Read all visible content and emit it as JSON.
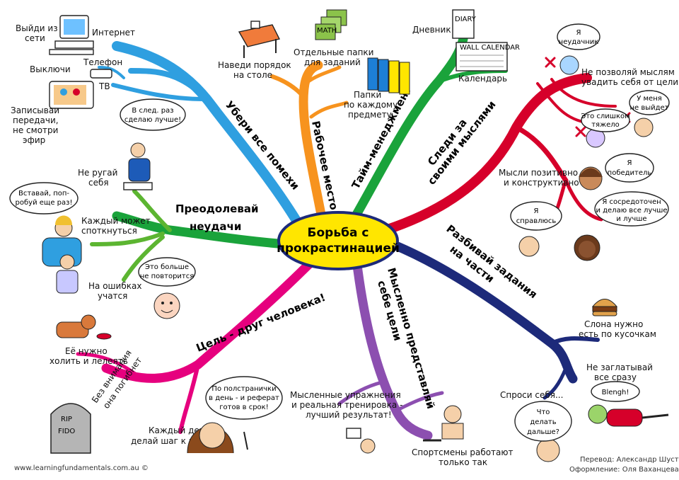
{
  "center": {
    "line1": "Борьба с",
    "line2": "прокрастинацией"
  },
  "colors": {
    "blue": "#2f9fe0",
    "orange": "#f7931e",
    "green": "#1aa33b",
    "red": "#d6002a",
    "navy": "#1d2a7a",
    "purple": "#8c4fb0",
    "magenta": "#e6007e",
    "lime": "#5cb531",
    "yellow": "#ffe600"
  },
  "branches": {
    "distractions": "Убери все помехи",
    "workplace": "Рабочее место",
    "time": "Тайм-менеджмент",
    "thoughts_l1": "Следи за",
    "thoughts_l2": "своими мыслями",
    "parts_l1": "Разбивай задания",
    "parts_l2": "на части",
    "visualize_l1": "Мысленно представляй",
    "visualize_l2": "себе цели",
    "goal": "Цель - друг человека!",
    "failure_l1": "Преодолевай",
    "failure_l2": "неудачи"
  },
  "leaves": {
    "logout_l1": "Выйди из",
    "logout_l2": "сети",
    "internet": "Интернет",
    "phone_off": "Выключи",
    "phone": "Телефон",
    "tv": "ТВ",
    "record_l1": "Записывай",
    "record_l2": "передачи,",
    "record_l3": "не смотри",
    "record_l4": "эфир",
    "tidy_l1": "Наведи порядок",
    "tidy_l2": "на столе",
    "folders_l1": "Отдельные папки",
    "folders_l2": "для заданий",
    "perfolder_l1": "Папки",
    "perfolder_l2": "по каждому",
    "perfolder_l3": "предмету",
    "diary": "Дневник",
    "calendar": "Календарь",
    "dont_l1": "Не позволяй мыслям",
    "dont_l2": "увадить себя от цели",
    "positive_l1": "Мысли позитивно",
    "positive_l2": "и конструктивно",
    "elephant_l1": "Слона нужно",
    "elephant_l2": "есть по кусочкам",
    "noswallow_l1": "Не заглатывай",
    "noswallow_l2": "все сразу",
    "askself": "Спроси себя...",
    "athletes_l1": "Спортсмены работают",
    "athletes_l2": "только так",
    "exercise_l1": "Мысленные упражнения",
    "exercise_l2": "и реальная тренировка -",
    "exercise_l3": "лучший результат!",
    "daily_l1": "Каждый день",
    "daily_l2": "делай шаг к цели",
    "care_l1": "Её нужно",
    "care_l2": "холить и лелеять",
    "neglect_l1": "Без внимания",
    "neglect_l2": "она погибнет",
    "noscold_l1": "Не ругай",
    "noscold_l2": "себя",
    "stumble_l1": "Каждый может",
    "stumble_l2": "споткнуться",
    "learn_l1": "На ошибках",
    "learn_l2": "учатся"
  },
  "bubbles": {
    "nextime_l1": "В след. раз",
    "nextime_l2": "сделаю лучше!",
    "getup_l1": "Вставай, поп-",
    "getup_l2": "робуй еще раз!",
    "never_l1": "Это больше",
    "never_l2": "не повторится",
    "loser_l1": "Я",
    "loser_l2": "неудачник",
    "wontwork_l1": "У меня",
    "wontwork_l2": "не выйдет",
    "toohard_l1": "Это слишком",
    "toohard_l2": "тяжело",
    "winner_l1": "Я",
    "winner_l2": "победитель",
    "focused_l1": "Я сосредоточен",
    "focused_l2": "и делаю все лучше",
    "focused_l3": "и лучше",
    "cope_l1": "Я",
    "cope_l2": "справлюсь",
    "blengh": "Blengh!",
    "whatnext_l1": "Что",
    "whatnext_l2": "делать",
    "whatnext_l3": "дальше?",
    "halfpage_l1": "По полстранички",
    "halfpage_l2": "в день - и реферат",
    "halfpage_l3": "готов в срок!"
  },
  "objects": {
    "diary_cover": "DIARY",
    "calendar_header": "WALL CALENDAR",
    "grave_l1": "RIP",
    "grave_l2": "FIDO",
    "folder_tab": "MATH"
  },
  "footer": {
    "site": "www.learningfundamentals.com.au ©",
    "translation": "Перевод: Александр Шуст",
    "design": "Оформление: Оля Ваханцева"
  }
}
